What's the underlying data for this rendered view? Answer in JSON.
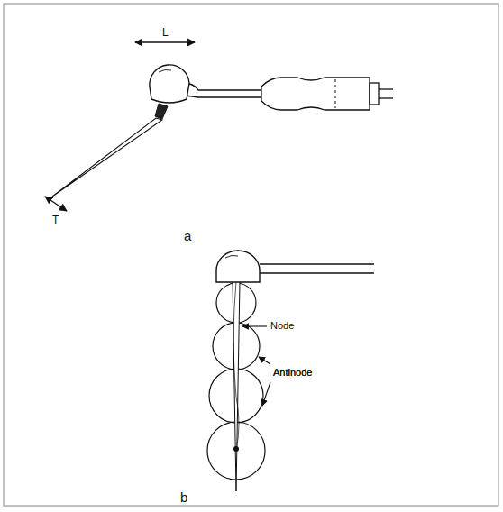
{
  "diagram": {
    "labels": [
      "L",
      "T",
      "a",
      "Node",
      "Antinode",
      "Antinode",
      "b"
    ]
  }
}
